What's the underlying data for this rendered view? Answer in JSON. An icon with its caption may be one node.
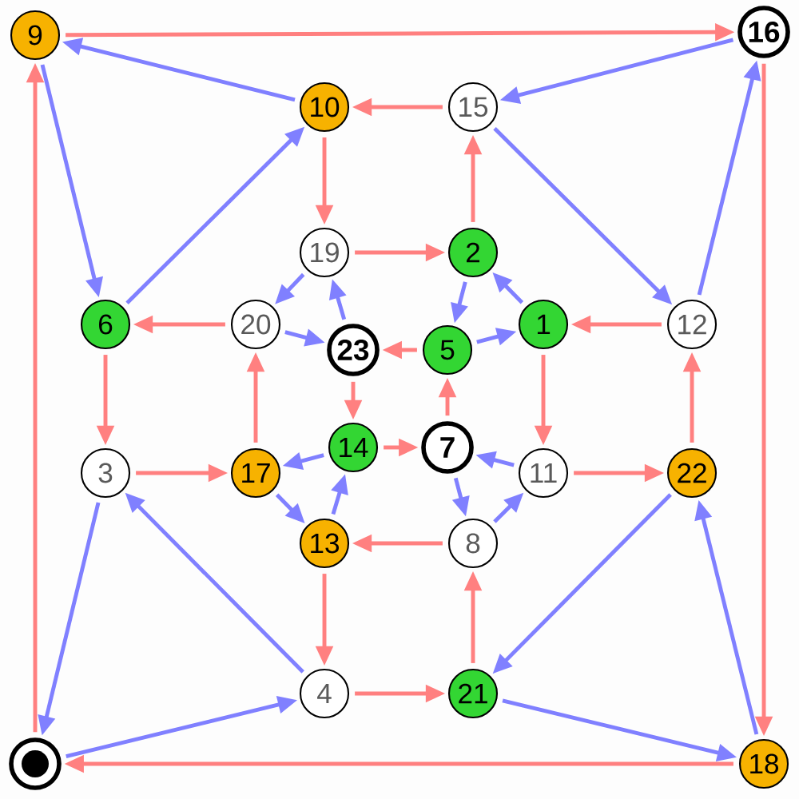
{
  "diagram": {
    "nodes": [
      {
        "text": [],
        "shape": "circle"
      },
      {
        "text": [
          "1"
        ]
      },
      {
        "text": [
          "2"
        ]
      },
      {
        "text": [
          "3"
        ]
      },
      {
        "text": [
          "4"
        ]
      },
      {
        "text": [
          "5"
        ]
      },
      {
        "text": [
          "6"
        ]
      },
      {
        "text": [
          "7"
        ]
      },
      {
        "text": [
          "8"
        ]
      },
      {
        "text": [
          "9"
        ]
      },
      {
        "text": [
          "10"
        ]
      },
      {
        "text": [
          "11"
        ]
      },
      {
        "text": [
          "12"
        ]
      },
      {
        "text": [
          "13"
        ]
      },
      {
        "text": [
          "14"
        ]
      },
      {
        "text": [
          "15"
        ]
      },
      {
        "text": [
          "16"
        ]
      },
      {
        "text": [
          "17"
        ]
      },
      {
        "text": [
          "18"
        ]
      },
      {
        "text": [
          "19"
        ]
      },
      {
        "text": [
          "20"
        ]
      },
      {
        "text": [
          "21"
        ]
      },
      {
        "text": [
          "22"
        ]
      },
      {
        "text": [
          "23"
        ]
      }
    ],
    "edges": [
      {
        "from": 9,
        "to": 16,
        "arrow": "to",
        "color": "#ff8080"
      },
      {
        "from": 16,
        "to": 18,
        "arrow": "to",
        "color": "#ff8080"
      },
      {
        "from": 18,
        "to": 0,
        "arrow": "to",
        "color": "#ff8080"
      },
      {
        "from": 0,
        "to": 9,
        "arrow": "to",
        "color": "#ff8080"
      },
      {
        "from": 15,
        "to": 10,
        "arrow": "to",
        "color": "#ff8080"
      },
      {
        "from": 10,
        "to": 19,
        "arrow": "to",
        "color": "#ff8080"
      },
      {
        "from": 19,
        "to": 2,
        "arrow": "to",
        "color": "#ff8080"
      },
      {
        "from": 2,
        "to": 15,
        "arrow": "to",
        "color": "#ff8080"
      },
      {
        "from": 20,
        "to": 6,
        "arrow": "to",
        "color": "#ff8080"
      },
      {
        "from": 6,
        "to": 3,
        "arrow": "to",
        "color": "#ff8080"
      },
      {
        "from": 3,
        "to": 17,
        "arrow": "to",
        "color": "#ff8080"
      },
      {
        "from": 17,
        "to": 20,
        "arrow": "to",
        "color": "#ff8080"
      },
      {
        "from": 5,
        "to": 23,
        "arrow": "to",
        "color": "#ff8080"
      },
      {
        "from": 23,
        "to": 14,
        "arrow": "to",
        "color": "#ff8080"
      },
      {
        "from": 14,
        "to": 7,
        "arrow": "to",
        "color": "#ff8080"
      },
      {
        "from": 7,
        "to": 5,
        "arrow": "to",
        "color": "#ff8080"
      },
      {
        "from": 12,
        "to": 1,
        "arrow": "to",
        "color": "#ff8080"
      },
      {
        "from": 1,
        "to": 11,
        "arrow": "to",
        "color": "#ff8080"
      },
      {
        "from": 11,
        "to": 22,
        "arrow": "to",
        "color": "#ff8080"
      },
      {
        "from": 22,
        "to": 12,
        "arrow": "to",
        "color": "#ff8080"
      },
      {
        "from": 8,
        "to": 13,
        "arrow": "to",
        "color": "#ff8080"
      },
      {
        "from": 13,
        "to": 4,
        "arrow": "to",
        "color": "#ff8080"
      },
      {
        "from": 4,
        "to": 21,
        "arrow": "to",
        "color": "#ff8080"
      },
      {
        "from": 21,
        "to": 8,
        "arrow": "to",
        "color": "#ff8080"
      },
      {
        "from": 10,
        "to": 9,
        "arrow": "to",
        "color": "#8080ff"
      },
      {
        "from": 9,
        "to": 6,
        "arrow": "to",
        "color": "#8080ff"
      },
      {
        "from": 6,
        "to": 10,
        "arrow": "to",
        "color": "#8080ff"
      },
      {
        "from": 16,
        "to": 15,
        "arrow": "to",
        "color": "#8080ff"
      },
      {
        "from": 15,
        "to": 12,
        "arrow": "to",
        "color": "#8080ff"
      },
      {
        "from": 12,
        "to": 16,
        "arrow": "to",
        "color": "#8080ff"
      },
      {
        "from": 22,
        "to": 21,
        "arrow": "to",
        "color": "#8080ff"
      },
      {
        "from": 21,
        "to": 18,
        "arrow": "to",
        "color": "#8080ff"
      },
      {
        "from": 18,
        "to": 22,
        "arrow": "to",
        "color": "#8080ff"
      },
      {
        "from": 4,
        "to": 3,
        "arrow": "to",
        "color": "#8080ff"
      },
      {
        "from": 3,
        "to": 0,
        "arrow": "to",
        "color": "#8080ff"
      },
      {
        "from": 0,
        "to": 4,
        "arrow": "to",
        "color": "#8080ff"
      },
      {
        "from": 19,
        "to": 20,
        "arrow": "to",
        "color": "#8080ff"
      },
      {
        "from": 20,
        "to": 23,
        "arrow": "to",
        "color": "#8080ff"
      },
      {
        "from": 23,
        "to": 19,
        "arrow": "to",
        "color": "#8080ff"
      },
      {
        "from": 2,
        "to": 5,
        "arrow": "to",
        "color": "#8080ff"
      },
      {
        "from": 5,
        "to": 1,
        "arrow": "to",
        "color": "#8080ff"
      },
      {
        "from": 1,
        "to": 2,
        "arrow": "to",
        "color": "#8080ff"
      },
      {
        "from": 11,
        "to": 7,
        "arrow": "to",
        "color": "#8080ff"
      },
      {
        "from": 7,
        "to": 8,
        "arrow": "to",
        "color": "#8080ff"
      },
      {
        "from": 8,
        "to": 11,
        "arrow": "to",
        "color": "#8080ff"
      },
      {
        "from": 14,
        "to": 17,
        "arrow": "to",
        "color": "#8080ff"
      },
      {
        "from": 17,
        "to": 13,
        "arrow": "to",
        "color": "#8080ff"
      },
      {
        "from": 13,
        "to": 14,
        "arrow": "to",
        "color": "#8080ff"
      }
    ]
  }
}
